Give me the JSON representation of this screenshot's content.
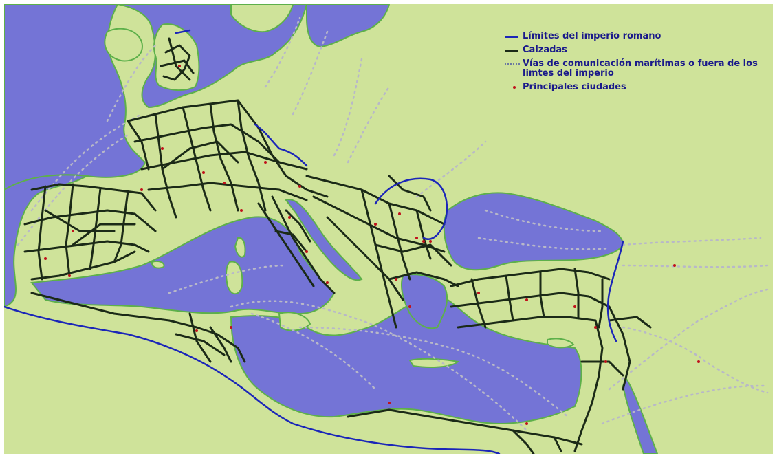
{
  "legend": {
    "items": [
      {
        "label": "Límites del imperio romano",
        "icon": "border-line-icon",
        "color": "#1b26b8"
      },
      {
        "label": "Calzadas",
        "icon": "road-line-icon",
        "color": "#1b2a17"
      },
      {
        "label": "Vías de comunicación marítimas o fuera de los limtes del imperio",
        "icon": "dotted-route-icon",
        "color": "#6c7aa0"
      },
      {
        "label": "Principales ciudades",
        "icon": "city-dot-icon",
        "color": "#c0121b"
      }
    ]
  },
  "colors": {
    "land": "#cfe39a",
    "sea": "#7474d6",
    "coast": "#5db04a",
    "road": "#1b2a17",
    "border": "#1b26b8",
    "sea_route": "#b8b8c8",
    "city": "#c0121b"
  }
}
